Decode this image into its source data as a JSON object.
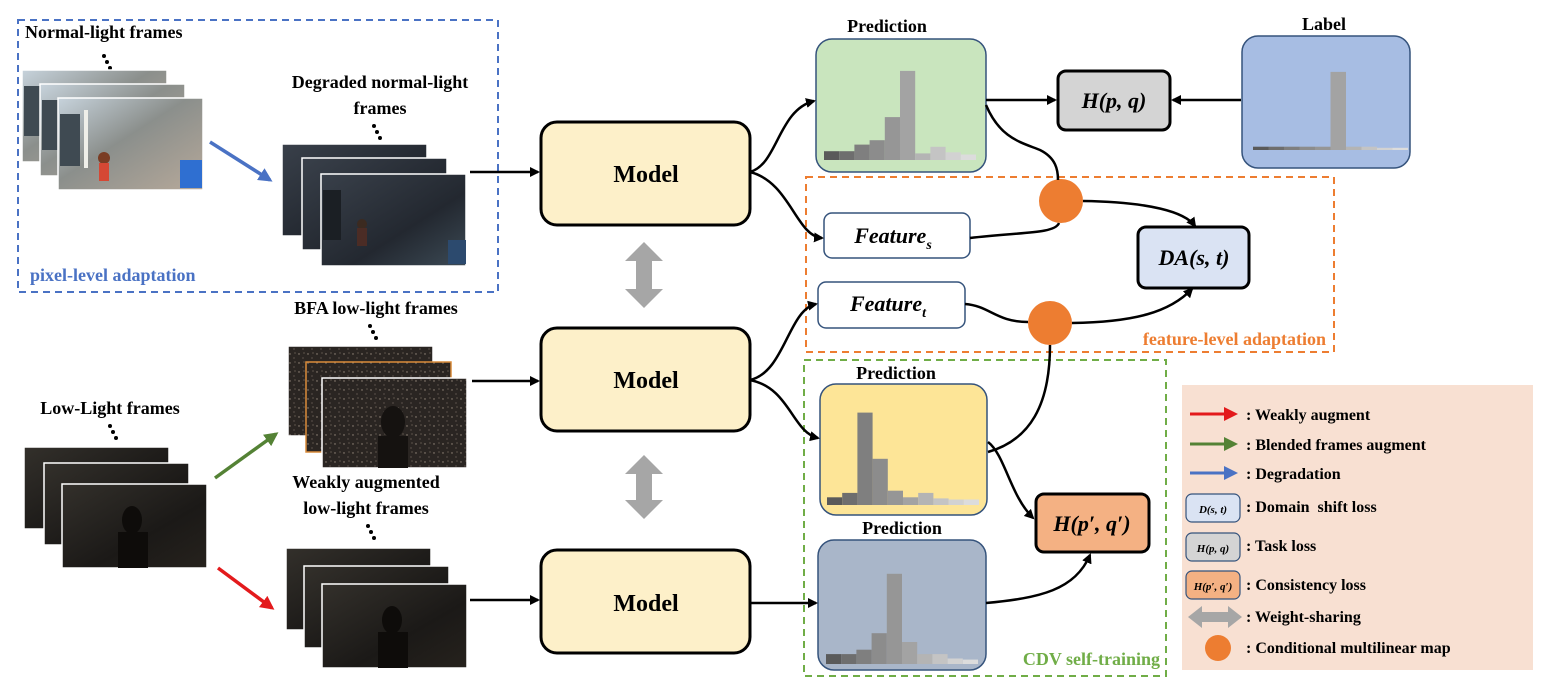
{
  "frames": {
    "normal": "Normal-light frames",
    "degraded_line1": "Degraded normal-light",
    "degraded_line2": "frames",
    "bfa": "BFA low-light frames",
    "low": "Low-Light frames",
    "weak_line1": "Weakly augmented",
    "weak_line2": "low-light frames"
  },
  "model_label": "Model",
  "prediction_label": "Prediction",
  "label_title": "Label",
  "loss_task": "H(p, q)",
  "loss_da": "DA(s, t)",
  "loss_consistency": "H(p′, q′)",
  "feature_s_base": "Feature",
  "feature_s_sub": "s",
  "feature_t_base": "Feature",
  "feature_t_sub": "t",
  "regions": {
    "pixel": "pixel-level adaptation",
    "feature": "feature-level adaptation",
    "cdv": "CDV self-training"
  },
  "colors": {
    "pixel": "#4a72c4",
    "feature": "#ed7d31",
    "cdv": "#70ad47",
    "model_fill": "#fdf0c9",
    "legend_bg": "#f8e0d2"
  },
  "histograms": {
    "pred_top": [
      0.08,
      0.08,
      0.14,
      0.18,
      0.39,
      0.81,
      0.06,
      0.12,
      0.07,
      0.05
    ],
    "label": [
      0.03,
      0.03,
      0.03,
      0.03,
      0.03,
      0.71,
      0.03,
      0.03,
      0.02,
      0.02
    ],
    "pred_mid": [
      0.07,
      0.11,
      0.84,
      0.42,
      0.13,
      0.07,
      0.11,
      0.06,
      0.05,
      0.05
    ],
    "pred_bot": [
      0.09,
      0.09,
      0.13,
      0.28,
      0.82,
      0.2,
      0.09,
      0.09,
      0.05,
      0.04
    ]
  },
  "legend": {
    "items": [
      {
        "icon": "red-arrow",
        "text": ": Weakly augment"
      },
      {
        "icon": "green-arrow",
        "text": ": Blended frames augment"
      },
      {
        "icon": "blue-arrow",
        "text": ": Degradation"
      },
      {
        "icon": "domain-box",
        "icon_text": "D(s, t)",
        "text": ": Domain  shift loss"
      },
      {
        "icon": "task-box",
        "icon_text": "H(p, q)",
        "text": ": Task loss"
      },
      {
        "icon": "consistency-box",
        "icon_text": "H(p′, q′)",
        "text": ": Consistency loss"
      },
      {
        "icon": "double-arrow",
        "text": ": Weight-sharing"
      },
      {
        "icon": "orange-circle",
        "text": ": Conditional multilinear map"
      }
    ]
  }
}
